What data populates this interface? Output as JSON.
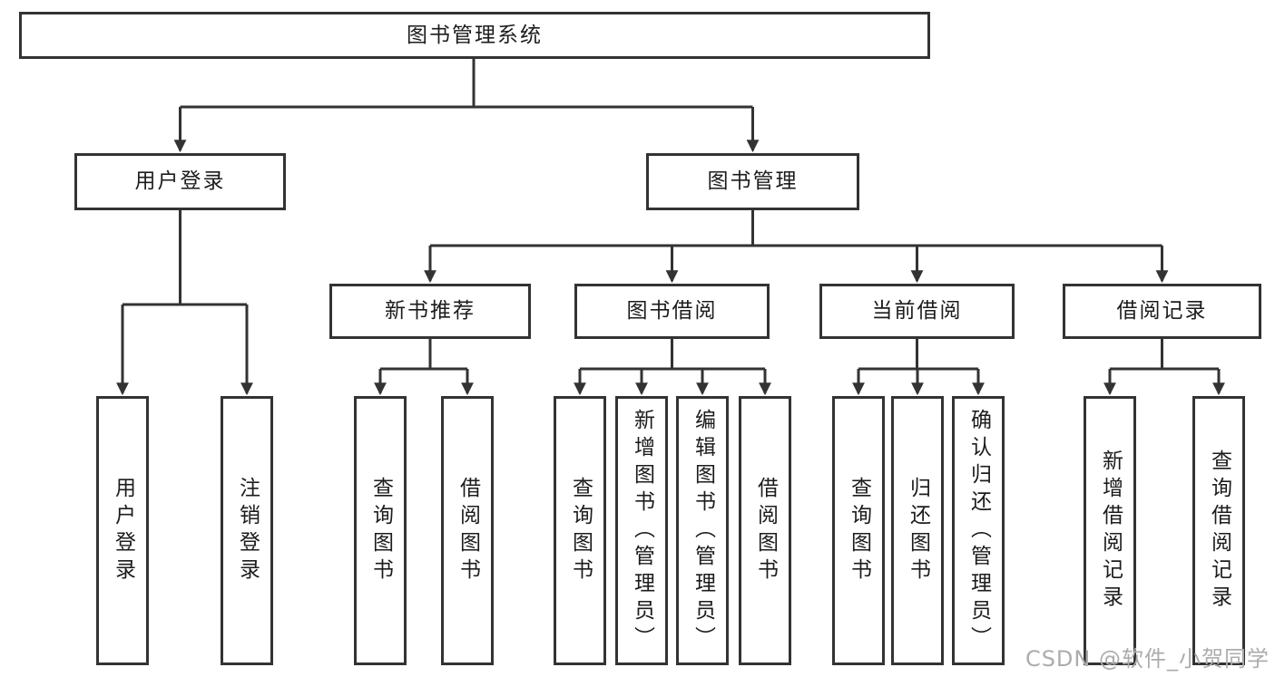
{
  "diagram": {
    "root": {
      "label": "图书管理系统"
    },
    "branches": [
      {
        "label": "用户登录",
        "children": [
          {
            "label": "用户登录"
          },
          {
            "label": "注销登录"
          }
        ]
      },
      {
        "label": "图书管理",
        "children": [
          {
            "label": "新书推荐",
            "children": [
              {
                "label": "查询图书"
              },
              {
                "label": "借阅图书"
              }
            ]
          },
          {
            "label": "图书借阅",
            "children": [
              {
                "label": "查询图书"
              },
              {
                "label": "新增图书（管理员）"
              },
              {
                "label": "编辑图书（管理员）"
              },
              {
                "label": "借阅图书"
              }
            ]
          },
          {
            "label": "当前借阅",
            "children": [
              {
                "label": "查询图书"
              },
              {
                "label": "归还图书"
              },
              {
                "label": "确认归还（管理员）"
              }
            ]
          },
          {
            "label": "借阅记录",
            "children": [
              {
                "label": "新增借阅记录"
              },
              {
                "label": "查询借阅记录"
              }
            ]
          }
        ]
      }
    ]
  },
  "colors": {
    "line": "#333333",
    "box_border": "#333333",
    "text": "#1c1c1c",
    "background": "#ffffff",
    "watermark": "#acacac"
  },
  "watermark": "CSDN @软件_小贺同学"
}
